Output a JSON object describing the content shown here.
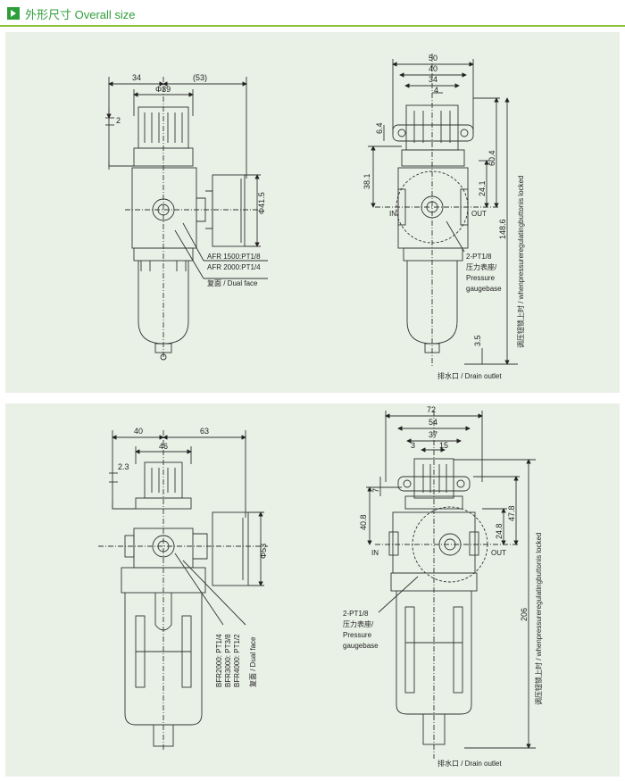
{
  "header": {
    "title": "外形尺寸 Overall size",
    "accent": "#2e9e3a"
  },
  "fig1": {
    "dims": {
      "d34": "34",
      "d53": "(53)",
      "d39": "Φ39",
      "d2": "2",
      "d415": "Φ41.5"
    },
    "labels": {
      "ports_a": "AFR 1500:PT1/8",
      "ports_b": "AFR 2000:PT1/4",
      "dual_face": "复面 / Dual face"
    }
  },
  "fig2": {
    "dims": {
      "d50": "50",
      "d40": "40",
      "d34": "34",
      "d4": "4",
      "d64": "6.4",
      "d381": "38.1",
      "d604": "60.4",
      "d241": "24.1",
      "d1486": "148.6",
      "d35": "3.5"
    },
    "labels": {
      "in": "IN",
      "out": "OUT",
      "pressure_a": "2-PT1/8",
      "pressure_b": "压力表座/",
      "pressure_c": "Pressure",
      "pressure_d": "gaugebase",
      "locked": "调压钮锁上时 / whenpressureregulatingbuttonis locked",
      "drain": "排水口 / Drain outlet"
    }
  },
  "fig3": {
    "dims": {
      "d40": "40",
      "d63": "63",
      "d46": "46",
      "d23": "2.3",
      "d53": "Φ53"
    },
    "labels": {
      "ports_a": "BFR2000: PT1/4",
      "ports_b": "BFR3000: PT3/8",
      "ports_c": "BFR4000: PT1/2",
      "dual_face": "复面 / Dual face"
    }
  },
  "fig4": {
    "dims": {
      "d72": "72",
      "d54": "54",
      "d37": "37",
      "d3": "3",
      "d15": "15",
      "d7": "7",
      "d408": "40.8",
      "d478": "47.8",
      "d248": "24.8",
      "d206": "206"
    },
    "labels": {
      "in": "IN",
      "out": "OUT",
      "pressure_a": "2-PT1/8",
      "pressure_b": "压力表座/",
      "pressure_c": "Pressure",
      "pressure_d": "gaugebase",
      "locked": "调压钮锁上时 / whenpressureregulatingbuttonis locked",
      "drain": "排水口 / Drain outlet"
    }
  }
}
